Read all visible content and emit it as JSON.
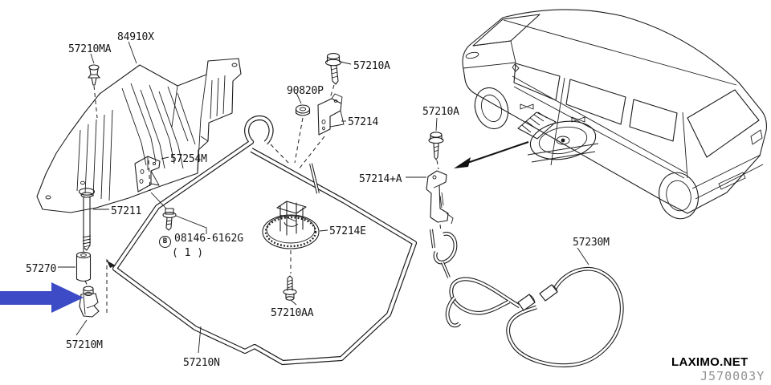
{
  "diagram": {
    "watermark": "LAXIMO.NET",
    "code": "J570003Y",
    "highlight_arrow_color": "#3d4bc7",
    "labels": [
      {
        "id": "57210MA",
        "text": "57210MA"
      },
      {
        "id": "84910X",
        "text": "84910X"
      },
      {
        "id": "57210A-top",
        "text": "57210A"
      },
      {
        "id": "90820P",
        "text": "90820P"
      },
      {
        "id": "57214",
        "text": "57214"
      },
      {
        "id": "57210A-right",
        "text": "57210A"
      },
      {
        "id": "57254M",
        "text": "57254M"
      },
      {
        "id": "57214+A",
        "text": "57214+A"
      },
      {
        "id": "57211",
        "text": "57211"
      },
      {
        "id": "57214E",
        "text": "57214E"
      },
      {
        "id": "57270",
        "text": "57270"
      },
      {
        "id": "57210AA",
        "text": "57210AA"
      },
      {
        "id": "57210M",
        "text": "57210M"
      },
      {
        "id": "57210N",
        "text": "57210N"
      },
      {
        "id": "57230M",
        "text": "57230M"
      }
    ],
    "callout": {
      "badge": "B",
      "part_number": "08146-6162G",
      "quantity": "( 1 )"
    }
  }
}
